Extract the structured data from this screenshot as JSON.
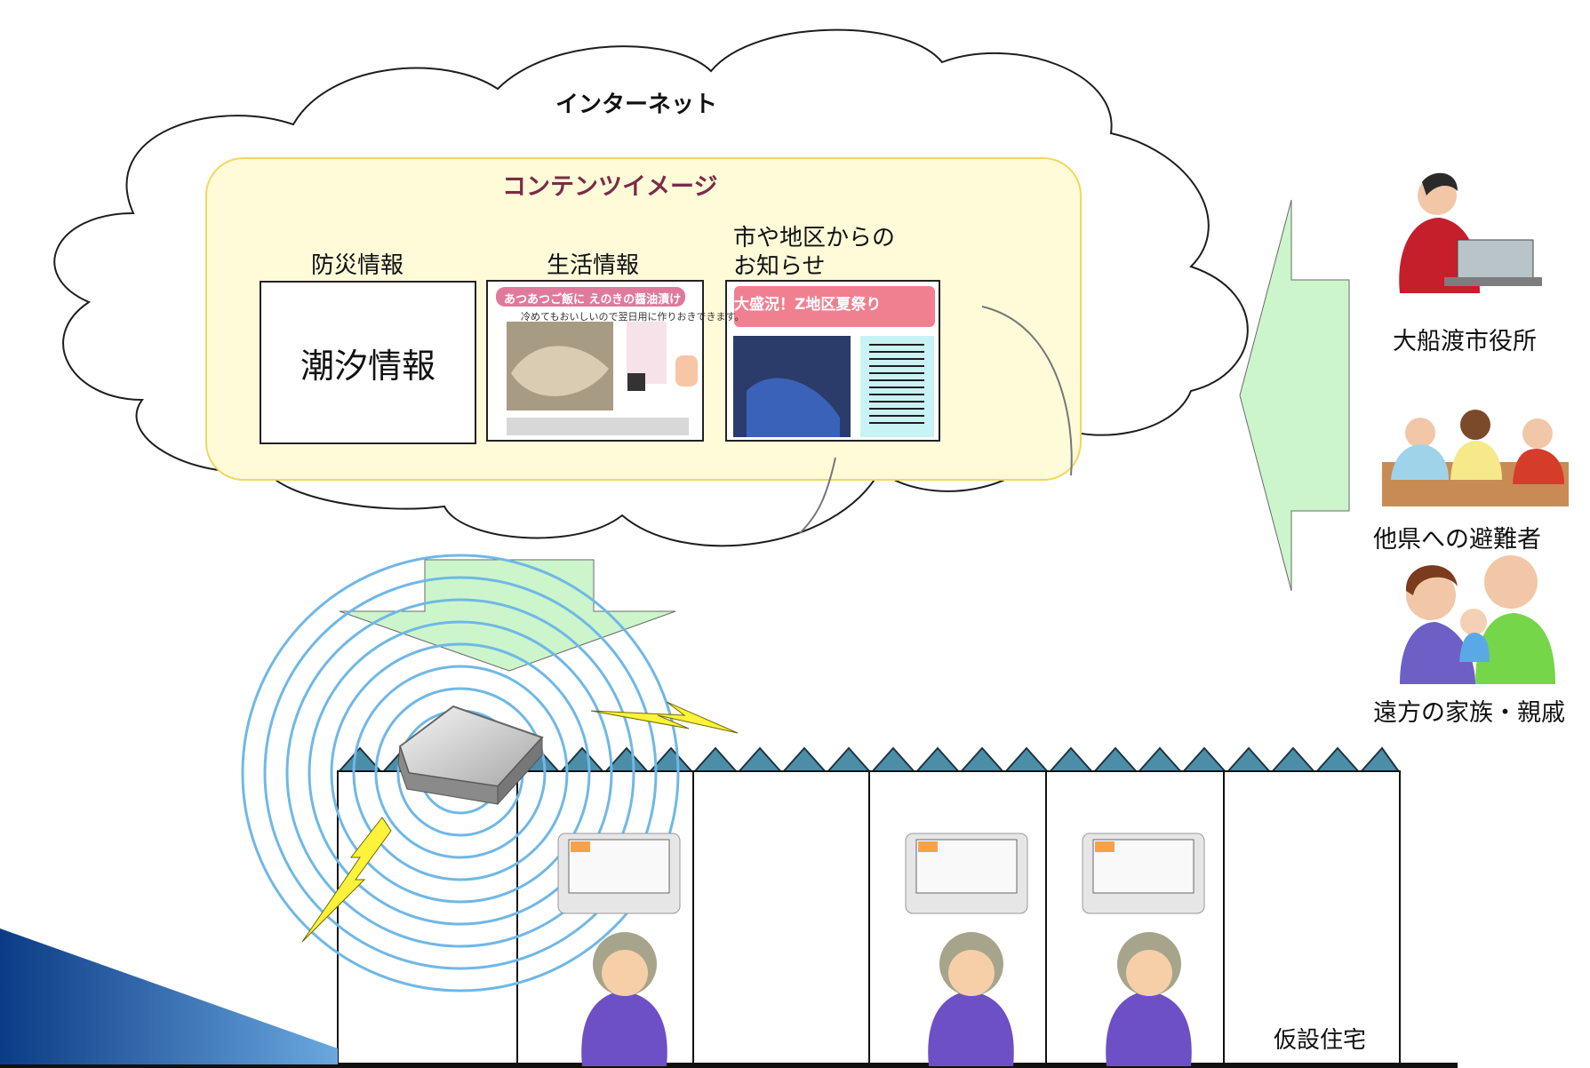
{
  "cloud": {
    "label": "インターネット"
  },
  "content_panel": {
    "title": "コンテンツイメージ",
    "categories": {
      "bousai": "防災情報",
      "seikatsu": "生活情報",
      "oshirase_line1": "市や地区からの",
      "oshirase_line2": "お知らせ"
    },
    "bousai_box_text": "潮汐情報",
    "recipe": {
      "banner": "あつあつご飯に えのきの醤油漬け",
      "subtitle": "冷めてもおいしいので翌日用に作りおきできます。"
    },
    "event_banner": "大盛況！Z地区夏祭り"
  },
  "senders": {
    "city_office": "大船渡市役所",
    "evacuees": "他県への避難者",
    "family": "遠方の家族・親戚"
  },
  "housing_label": "仮設住宅",
  "colors": {
    "arrow_fill": "#ccf5cc",
    "panel_fill": "#fffbd9",
    "panel_border": "#f2d75c",
    "title_color": "#7b2b47",
    "wave_color": "#6fb8e6",
    "roof_color": "#4c8ea8",
    "lightning": "#fff23a"
  }
}
